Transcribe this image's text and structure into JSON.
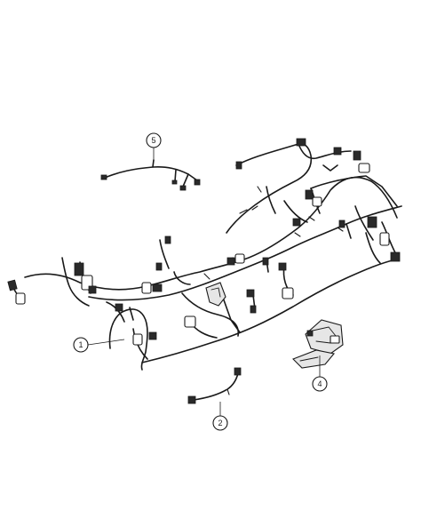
{
  "callouts": [
    {
      "label": "1",
      "part": "main-body-harness"
    },
    {
      "label": "2",
      "part": "jumper-harness"
    },
    {
      "label": "4",
      "part": "module-with-bracket"
    },
    {
      "label": "5",
      "part": "overhead-harness"
    }
  ],
  "colors": {
    "line": "#1a1a1a",
    "background": "#ffffff",
    "fill": "#e6e6e6"
  }
}
